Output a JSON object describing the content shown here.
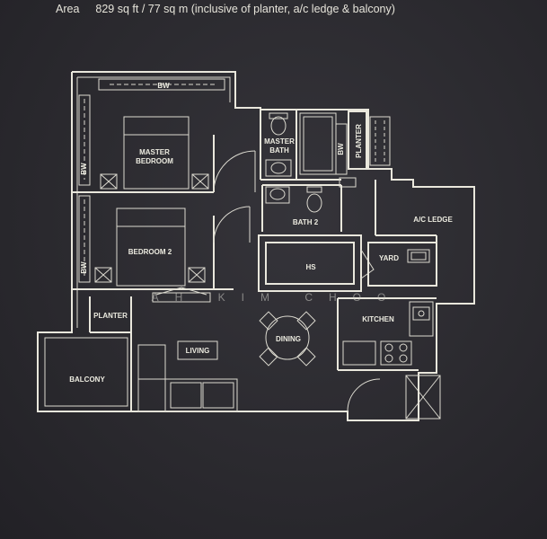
{
  "header": {
    "area_label": "Area",
    "area_value": "829 sq ft / 77 sq m (inclusive of planter, a/c ledge & balcony)"
  },
  "rooms": {
    "master_bedroom_line1": "MASTER",
    "master_bedroom_line2": "BEDROOM",
    "master_bath_line1": "MASTER",
    "master_bath_line2": "BATH",
    "bedroom2": "BEDROOM 2",
    "bath2": "BATH 2",
    "planter_top": "PLANTER",
    "ac_ledge": "A/C LEDGE",
    "hs": "HS",
    "yard": "YARD",
    "kitchen": "KITCHEN",
    "dining": "DINING",
    "living": "LIVING",
    "planter_left": "PLANTER",
    "balcony": "BALCONY",
    "bw": "BW"
  },
  "watermark": "AH KIM CHOO"
}
